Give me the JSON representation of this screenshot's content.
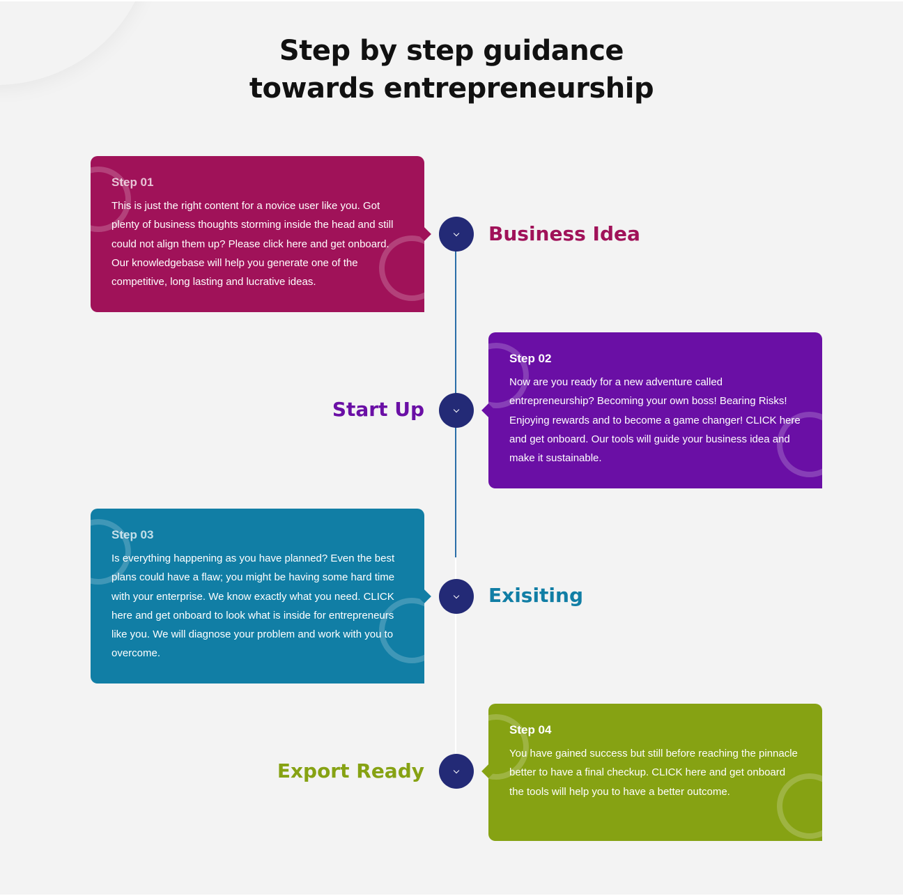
{
  "heading": {
    "line1": "Step by step guidance",
    "line2": "towards entrepreneurship"
  },
  "colors": {
    "page_background": "#f3f3f3",
    "heading_text": "#111111",
    "node_background": "#232a76",
    "timeline_line": "#2a6ea8"
  },
  "steps": [
    {
      "step_label": "Step 01",
      "title": "Business Idea",
      "text": "This is just the right content for a novice user like you. Got plenty of business thoughts storming inside the head and still could not align them up? Please click here and get onboard. Our knowledgebase will help you generate one of the competitive, long lasting and lucrative ideas.",
      "color": "#a01259",
      "node_icon": "chevron-down-icon"
    },
    {
      "step_label": "Step 02",
      "title": "Start Up",
      "text": "Now are you ready for a new adventure called entrepreneurship? Becoming your own boss! Bearing Risks! Enjoying rewards and to become a game changer! CLICK here and get onboard. Our tools will guide your business idea and make it sustainable.",
      "color": "#6a0fa5",
      "node_icon": "chevron-down-icon"
    },
    {
      "step_label": "Step 03",
      "title": "Exisiting",
      "text": "Is everything happening as you have planned? Even the best plans could have a flaw; you might be having some hard time with your enterprise. We know exactly what you need. CLICK here and get onboard to look what is inside for entrepreneurs like you. We will diagnose your problem and work with you to overcome.",
      "color": "#117ea5",
      "node_icon": "chevron-down-icon"
    },
    {
      "step_label": "Step 04",
      "title": "Export Ready",
      "text": "You have gained success but still before reaching the pinnacle better to have a final checkup. CLICK here and get onboard the tools will help you to have a better outcome.",
      "color": "#86a213",
      "node_icon": "chevron-down-icon"
    }
  ]
}
